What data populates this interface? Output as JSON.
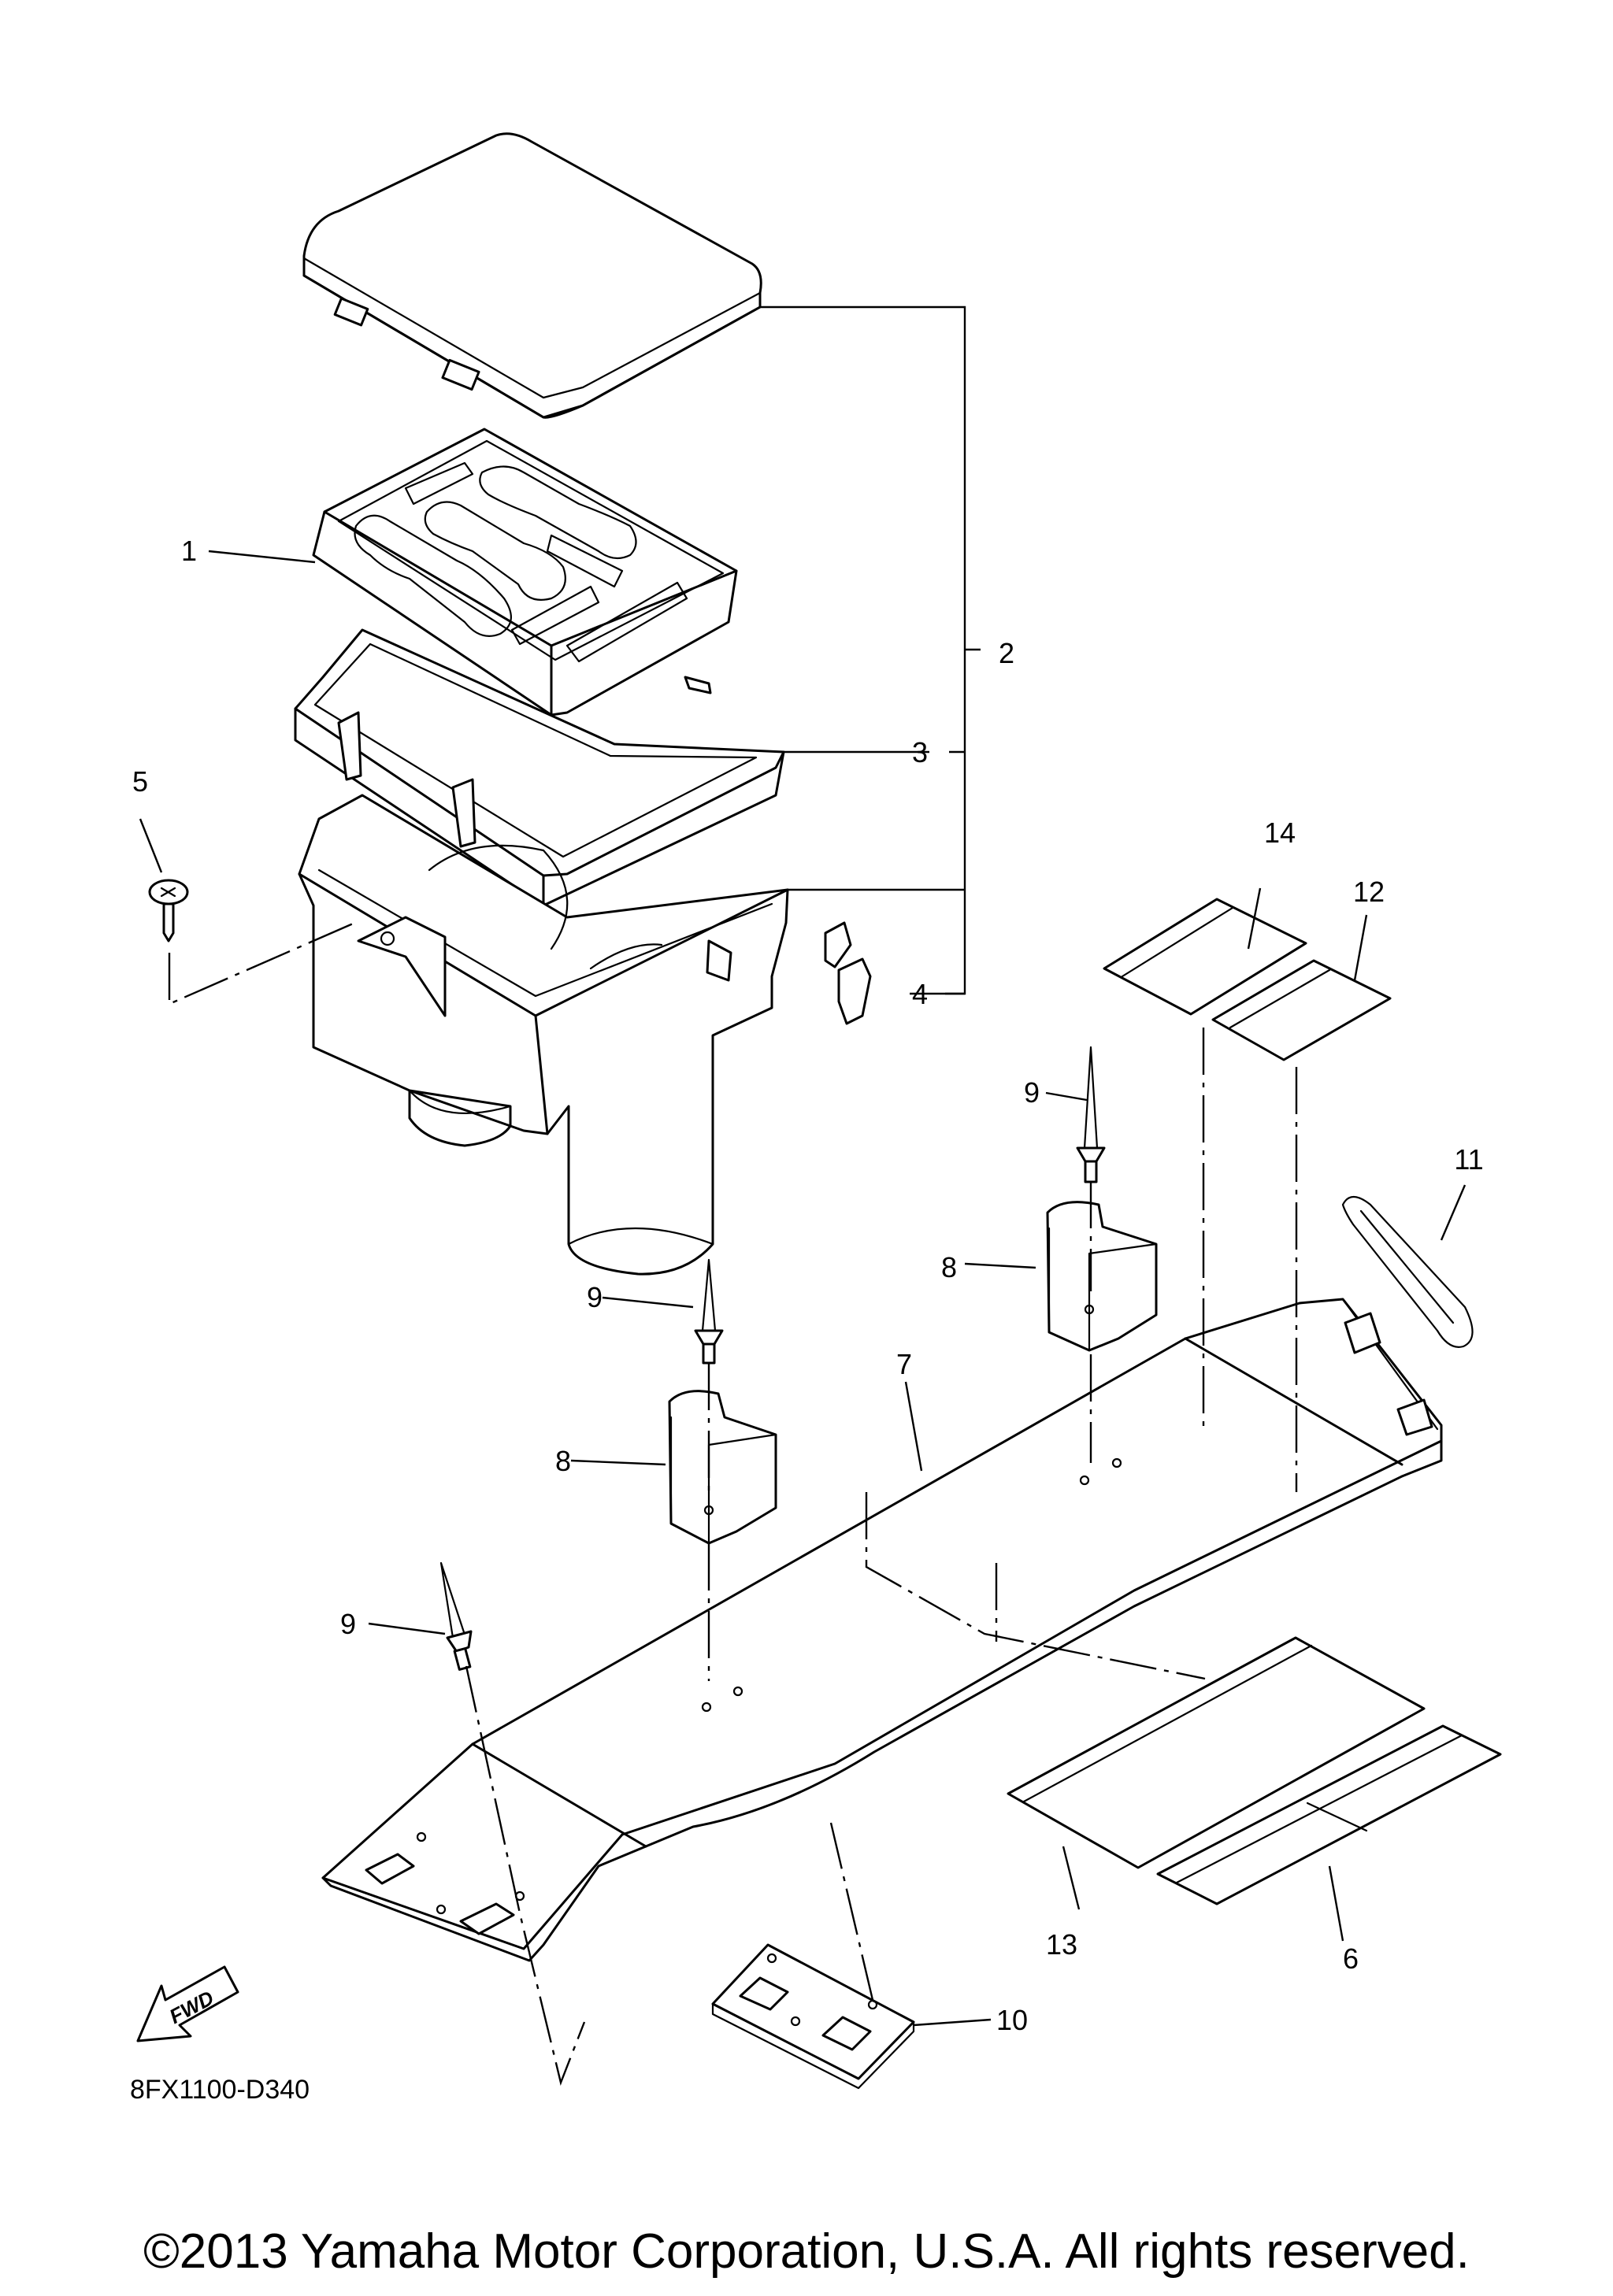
{
  "diagram": {
    "code": "8FX1100-D340",
    "fwd_label": "FWD",
    "copyright": "©2013 Yamaha Motor Corporation, U.S.A. All rights reserved."
  },
  "callouts": [
    {
      "id": "c1",
      "text": "1"
    },
    {
      "id": "c2",
      "text": "2"
    },
    {
      "id": "c3",
      "text": "3"
    },
    {
      "id": "c4",
      "text": "4"
    },
    {
      "id": "c5",
      "text": "5"
    },
    {
      "id": "c6",
      "text": "6"
    },
    {
      "id": "c7",
      "text": "7"
    },
    {
      "id": "c8a",
      "text": "8"
    },
    {
      "id": "c8b",
      "text": "8"
    },
    {
      "id": "c9a",
      "text": "9"
    },
    {
      "id": "c9b",
      "text": "9"
    },
    {
      "id": "c9c",
      "text": "9"
    },
    {
      "id": "c10",
      "text": "10"
    },
    {
      "id": "c11",
      "text": "11"
    },
    {
      "id": "c12",
      "text": "12"
    },
    {
      "id": "c13",
      "text": "13"
    },
    {
      "id": "c14",
      "text": "14"
    }
  ]
}
